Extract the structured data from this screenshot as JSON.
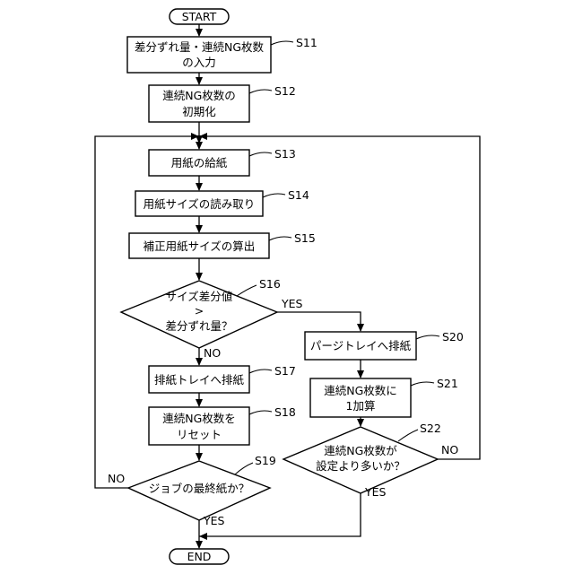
{
  "flowchart": {
    "terminals": {
      "start": "START",
      "end": "END"
    },
    "steps": {
      "s11": {
        "label": "S11",
        "lines": [
          "差分ずれ量・連続NG枚数",
          "の入力"
        ]
      },
      "s12": {
        "label": "S12",
        "lines": [
          "連続NG枚数の",
          "初期化"
        ]
      },
      "s13": {
        "label": "S13",
        "lines": [
          "用紙の給紙"
        ]
      },
      "s14": {
        "label": "S14",
        "lines": [
          "用紙サイズの読み取り"
        ]
      },
      "s15": {
        "label": "S15",
        "lines": [
          "補正用紙サイズの算出"
        ]
      },
      "s16": {
        "label": "S16",
        "lines": [
          "サイズ差分値",
          ">",
          "差分ずれ量？"
        ]
      },
      "s17": {
        "label": "S17",
        "lines": [
          "排紙トレイへ排紙"
        ]
      },
      "s18": {
        "label": "S18",
        "lines": [
          "連続NG枚数を",
          "リセット"
        ]
      },
      "s19": {
        "label": "S19",
        "lines": [
          "ジョブの最終紙か？"
        ]
      },
      "s20": {
        "label": "S20",
        "lines": [
          "パージトレイへ排紙"
        ]
      },
      "s21": {
        "label": "S21",
        "lines": [
          "連続NG枚数に",
          "1加算"
        ]
      },
      "s22": {
        "label": "S22",
        "lines": [
          "連続NG枚数が",
          "設定より多いか？"
        ]
      }
    },
    "edge_labels": {
      "s16_yes": "YES",
      "s16_no": "NO",
      "s19_no": "NO",
      "s19_yes": "YES",
      "s22_no": "NO",
      "s22_yes": "YES"
    }
  }
}
